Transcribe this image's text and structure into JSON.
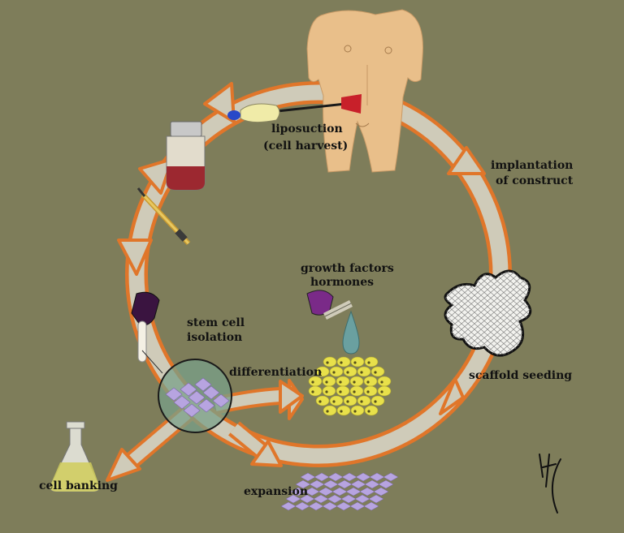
{
  "labels": {
    "liposuction": "liposuction",
    "cell_harvest": "(cell harvest)",
    "implantation_line1": "implantation",
    "implantation_line2": "of construct",
    "growth_factors": "growth factors",
    "hormones": "hormones",
    "stem_cell": "stem cell",
    "isolation": "isolation",
    "differentiation": "differentiation",
    "scaffold_seeding": "scaffold seeding",
    "cell_banking": "cell banking",
    "expansion": "expansion"
  },
  "colors": {
    "background": "#7e7d5a",
    "arrow_fill": "#cfcbb9",
    "arrow_outline": "#e0762a",
    "skin": "#e9bf8a",
    "fat_cell": "#e8e04a",
    "cell_grid": "#b7a4e0",
    "magnifier": "#7aa08a",
    "text": "#111111"
  }
}
